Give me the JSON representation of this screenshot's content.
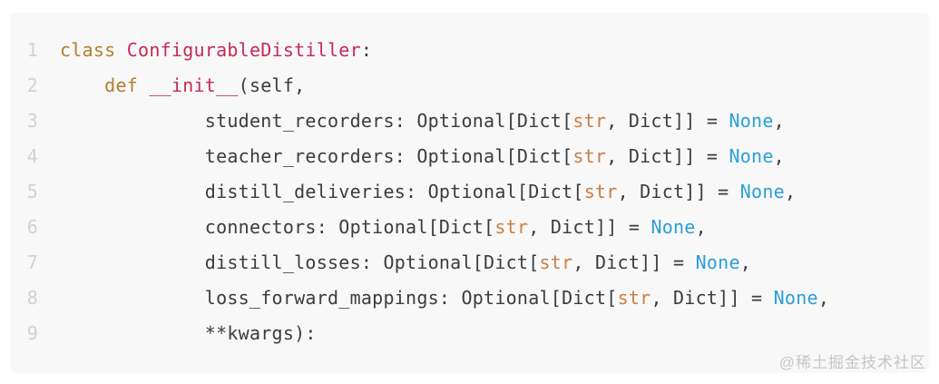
{
  "colors": {
    "page_background": "#ffffff",
    "card_background": "#f8f8f8",
    "plain_text": "#3c3c3c",
    "keyword": "#b0802f",
    "title": "#c62a55",
    "builtin": "#c97e45",
    "literal": "#2b9fd9",
    "line_number": "#d2d2d2",
    "watermark": "#c6c6c6"
  },
  "watermark": {
    "text": "@稀土掘金技术社区"
  },
  "code_block": {
    "lines": [
      {
        "number": "1",
        "segments": [
          {
            "t": "class",
            "c": "keyword"
          },
          {
            "t": " ",
            "c": "plain"
          },
          {
            "t": "ConfigurableDistiller",
            "c": "title"
          },
          {
            "t": ":",
            "c": "plain"
          }
        ]
      },
      {
        "number": "2",
        "segments": [
          {
            "t": "    ",
            "c": "plain"
          },
          {
            "t": "def",
            "c": "keyword"
          },
          {
            "t": " ",
            "c": "plain"
          },
          {
            "t": "__init__",
            "c": "title"
          },
          {
            "t": "(self,",
            "c": "plain"
          }
        ]
      },
      {
        "number": "3",
        "segments": [
          {
            "t": "             student_recorders: Optional[Dict[",
            "c": "plain"
          },
          {
            "t": "str",
            "c": "builtin"
          },
          {
            "t": ", Dict]] = ",
            "c": "plain"
          },
          {
            "t": "None",
            "c": "literal"
          },
          {
            "t": ",",
            "c": "plain"
          }
        ]
      },
      {
        "number": "4",
        "segments": [
          {
            "t": "             teacher_recorders: Optional[Dict[",
            "c": "plain"
          },
          {
            "t": "str",
            "c": "builtin"
          },
          {
            "t": ", Dict]] = ",
            "c": "plain"
          },
          {
            "t": "None",
            "c": "literal"
          },
          {
            "t": ",",
            "c": "plain"
          }
        ]
      },
      {
        "number": "5",
        "segments": [
          {
            "t": "             distill_deliveries: Optional[Dict[",
            "c": "plain"
          },
          {
            "t": "str",
            "c": "builtin"
          },
          {
            "t": ", Dict]] = ",
            "c": "plain"
          },
          {
            "t": "None",
            "c": "literal"
          },
          {
            "t": ",",
            "c": "plain"
          }
        ]
      },
      {
        "number": "6",
        "segments": [
          {
            "t": "             connectors: Optional[Dict[",
            "c": "plain"
          },
          {
            "t": "str",
            "c": "builtin"
          },
          {
            "t": ", Dict]] = ",
            "c": "plain"
          },
          {
            "t": "None",
            "c": "literal"
          },
          {
            "t": ",",
            "c": "plain"
          }
        ]
      },
      {
        "number": "7",
        "segments": [
          {
            "t": "             distill_losses: Optional[Dict[",
            "c": "plain"
          },
          {
            "t": "str",
            "c": "builtin"
          },
          {
            "t": ", Dict]] = ",
            "c": "plain"
          },
          {
            "t": "None",
            "c": "literal"
          },
          {
            "t": ",",
            "c": "plain"
          }
        ]
      },
      {
        "number": "8",
        "segments": [
          {
            "t": "             loss_forward_mappings: Optional[Dict[",
            "c": "plain"
          },
          {
            "t": "str",
            "c": "builtin"
          },
          {
            "t": ", Dict]] = ",
            "c": "plain"
          },
          {
            "t": "None",
            "c": "literal"
          },
          {
            "t": ",",
            "c": "plain"
          }
        ]
      },
      {
        "number": "9",
        "segments": [
          {
            "t": "             **kwargs):",
            "c": "plain"
          }
        ]
      }
    ]
  }
}
